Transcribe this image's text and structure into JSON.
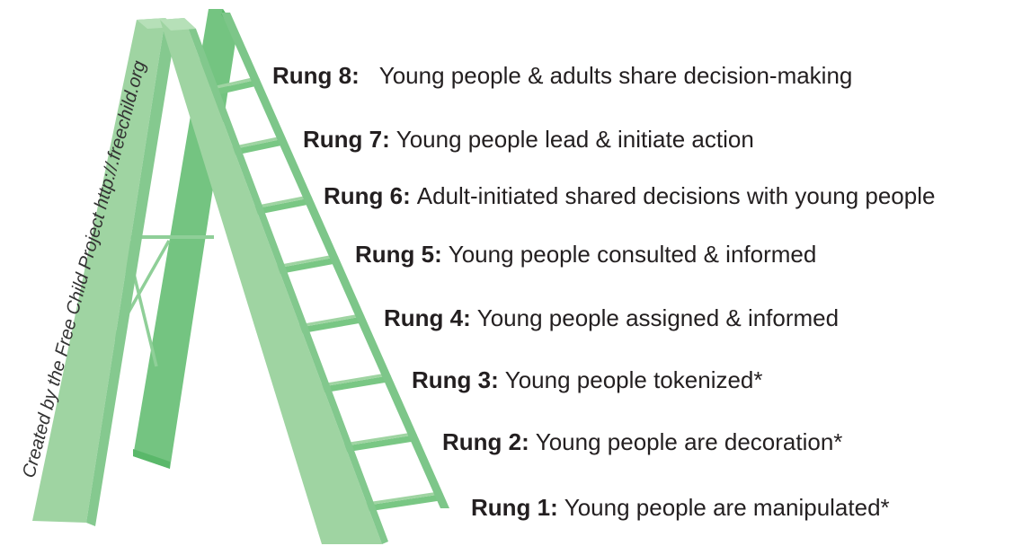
{
  "credit": "Created by the Free Child Project http://.freechild.org",
  "rungs": [
    {
      "number": "Rung 8:",
      "text": "Young people & adults share decision-making"
    },
    {
      "number": "Rung 7:",
      "text": "Young people lead & initiate action"
    },
    {
      "number": "Rung 6:",
      "text": "Adult-initiated shared decisions with young people"
    },
    {
      "number": "Rung 5:",
      "text": "Young people consulted & informed"
    },
    {
      "number": "Rung 4:",
      "text": "Young people assigned & informed"
    },
    {
      "number": "Rung 3:",
      "text": "Young people tokenized*"
    },
    {
      "number": "Rung 2:",
      "text": "Young people are decoration*"
    },
    {
      "number": "Rung 1:",
      "text": "Young people are manipulated*"
    }
  ],
  "colors": {
    "rail_light": "#9fd4a2",
    "rail_mid": "#79c784",
    "rail_dark": "#5ab86a",
    "text": "#231f20"
  }
}
